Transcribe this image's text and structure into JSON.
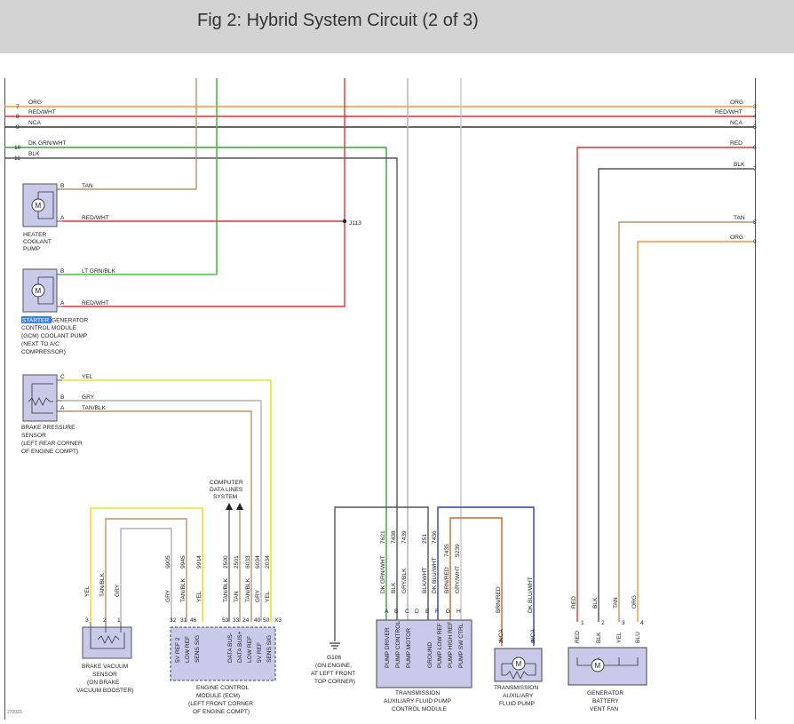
{
  "page": {
    "title": "Fig 2: Hybrid System Circuit (2 of 3)"
  },
  "colors": {
    "orange": "#f29a2e",
    "red": "#e83232",
    "black": "#333333",
    "green": "#43c43a",
    "dkgreen": "#3aa535",
    "tan": "#b8966a",
    "yellow": "#f2e01c",
    "gray": "#b0b0b0",
    "blue": "#2a3fbf",
    "brown": "#c46a2a",
    "component_fill": "#c9c9ea"
  },
  "rails_left": [
    {
      "num": "7",
      "label": "ORG"
    },
    {
      "num": "8",
      "label": "RED/WHT"
    },
    {
      "num": "9",
      "label": "NCA"
    },
    {
      "num": "10",
      "label": "DK GRN/WHT"
    },
    {
      "num": "11",
      "label": "BLK"
    }
  ],
  "rails_right": [
    {
      "num": "3",
      "label": "ORG"
    },
    {
      "num": "4",
      "label": "RED/WHT"
    },
    {
      "num": "5",
      "label": "NCA"
    },
    {
      "num": "6",
      "label": "RED"
    },
    {
      "num": "7",
      "label": "BLK"
    },
    {
      "num": "8",
      "label": "TAN"
    },
    {
      "num": "9",
      "label": "ORG"
    }
  ],
  "splice": "J113",
  "heater_pump": {
    "name_lines": [
      "HEATER",
      "COOLANT",
      "PUMP"
    ],
    "pins": [
      {
        "pin": "B",
        "wire": "TAN"
      },
      {
        "pin": "A",
        "wire": "RED/WHT"
      }
    ]
  },
  "gcm_pump": {
    "highlight": "STARTER",
    "name_rest": "GENERATOR",
    "name_lines": [
      "CONTROL MODULE",
      "(GCM) COOLANT PUMP",
      "(NEXT TO A/C",
      "COMPRESSOR)"
    ],
    "pins": [
      {
        "pin": "B",
        "wire": "LT GRN/BLK"
      },
      {
        "pin": "A",
        "wire": "RED/WHT"
      }
    ]
  },
  "brake_pressure": {
    "name_lines": [
      "BRAKE PRESSURE",
      "SENSOR",
      "(LEFT REAR CORNER",
      "OF ENGINE COMPT)"
    ],
    "pins": [
      {
        "pin": "C",
        "wire": "YEL"
      },
      {
        "pin": "B",
        "wire": "GRY"
      },
      {
        "pin": "A",
        "wire": "TAN/BLK"
      }
    ]
  },
  "data_lines": [
    "COMPUTER",
    "DATA LINES",
    "SYSTEM"
  ],
  "brake_vacuum": {
    "name_lines": [
      "BRAKE VACUUM",
      "SENSOR",
      "(ON BRAKE",
      "VACUUM BOOSTER)"
    ],
    "wires": [
      "YEL",
      "TAN/BLK",
      "GRY"
    ],
    "pins": [
      "3",
      "2",
      "1"
    ]
  },
  "ecm": {
    "name_lines": [
      "ENGINE CONTROL",
      "MODULE (ECM)",
      "(LEFT FRONT CORNER",
      "OF ENGINE COMPT)"
    ],
    "circuits": [
      "9905",
      "9945",
      "9914",
      "2500",
      "2501",
      "6033",
      "6034",
      "2034"
    ],
    "wires": [
      "GRY",
      "TAN/BLK",
      "YEL",
      "TAN/BLK",
      "TAN",
      "TAN/BLK",
      "GRY",
      "YEL"
    ],
    "pins": [
      "32",
      "31",
      "46",
      "53",
      "33",
      "24",
      "40",
      "50",
      "X3"
    ],
    "internal": [
      "5V REF 2",
      "LOW REF",
      "SENS SIG",
      "DATA BUS-",
      "DATA BUS+",
      "LOW REF",
      "5V REF",
      "SENS SIG"
    ]
  },
  "ground": {
    "name_lines": [
      "G106",
      "(ON ENGINE,",
      "AT LEFT FRONT",
      "TOP CORNER)"
    ]
  },
  "tafp_module": {
    "name_lines": [
      "TRANSMISSION",
      "AUXILIARY FLUID PUMP",
      "CONTROL MODULE"
    ],
    "circuits": [
      "7621",
      "7438",
      "7439",
      "251",
      "7436",
      "7435",
      "5239"
    ],
    "wires": [
      "DK GRN/WHT",
      "BLK",
      "GRY/BLK",
      "BLK/WHT",
      "DK BLU/WHT",
      "BRN/RED",
      "GRY/WHT"
    ],
    "pins": [
      "A",
      "B",
      "C",
      "D",
      "E",
      "F",
      "G",
      "H"
    ],
    "internal": [
      "PUMP DRIVER",
      "PUMP CONTROL",
      "PUMP MOTOR",
      "GROUND",
      "PUMP LOW REF",
      "PUMP HIGH REF",
      "PUMP SW CTRL"
    ]
  },
  "tafp": {
    "name_lines": [
      "TRANSMISSION",
      "AUXILIARY",
      "FLUID PUMP"
    ],
    "wires": [
      "BRN/RED",
      "DK BLU/WHT"
    ],
    "pins": [
      "A",
      "B"
    ],
    "internal": [
      "NCA",
      "NCA"
    ]
  },
  "gen_fan": {
    "name_lines": [
      "GENERATOR",
      "BATTERY",
      "VENT FAN"
    ],
    "wires": [
      "RED",
      "BLK",
      "TAN",
      "ORG"
    ],
    "pins": [
      "1",
      "2",
      "3",
      "4"
    ],
    "internal": [
      "RED",
      "BLK",
      "YEL",
      "BLU"
    ]
  },
  "motor_symbol": "M",
  "footer_code": "270023"
}
